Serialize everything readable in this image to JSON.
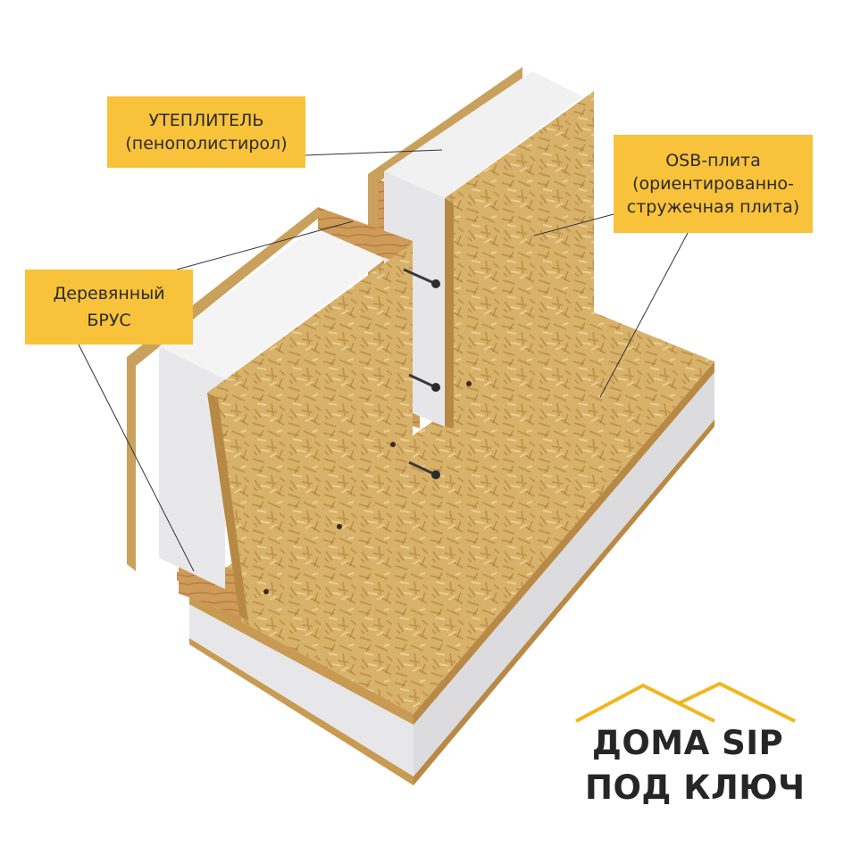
{
  "labels": {
    "insulation": {
      "line1": "УТЕПЛИТЕЛЬ",
      "line2": "(пенополистирол)"
    },
    "osb": {
      "line1": "OSB-плита",
      "line2": "(ориентированно-",
      "line3": "стружечная плита)"
    },
    "beam": {
      "line1": "Деревянный",
      "line2": "БРУС"
    }
  },
  "logo": {
    "line1": "ДОМА SIP",
    "line2": "ПОД КЛЮЧ"
  },
  "colors": {
    "label_bg": "#f8c23a",
    "logo_roof": "#f2b61c",
    "osb": "#d9b36a",
    "foam": "#ececec",
    "wood_beam": "#c99552"
  }
}
